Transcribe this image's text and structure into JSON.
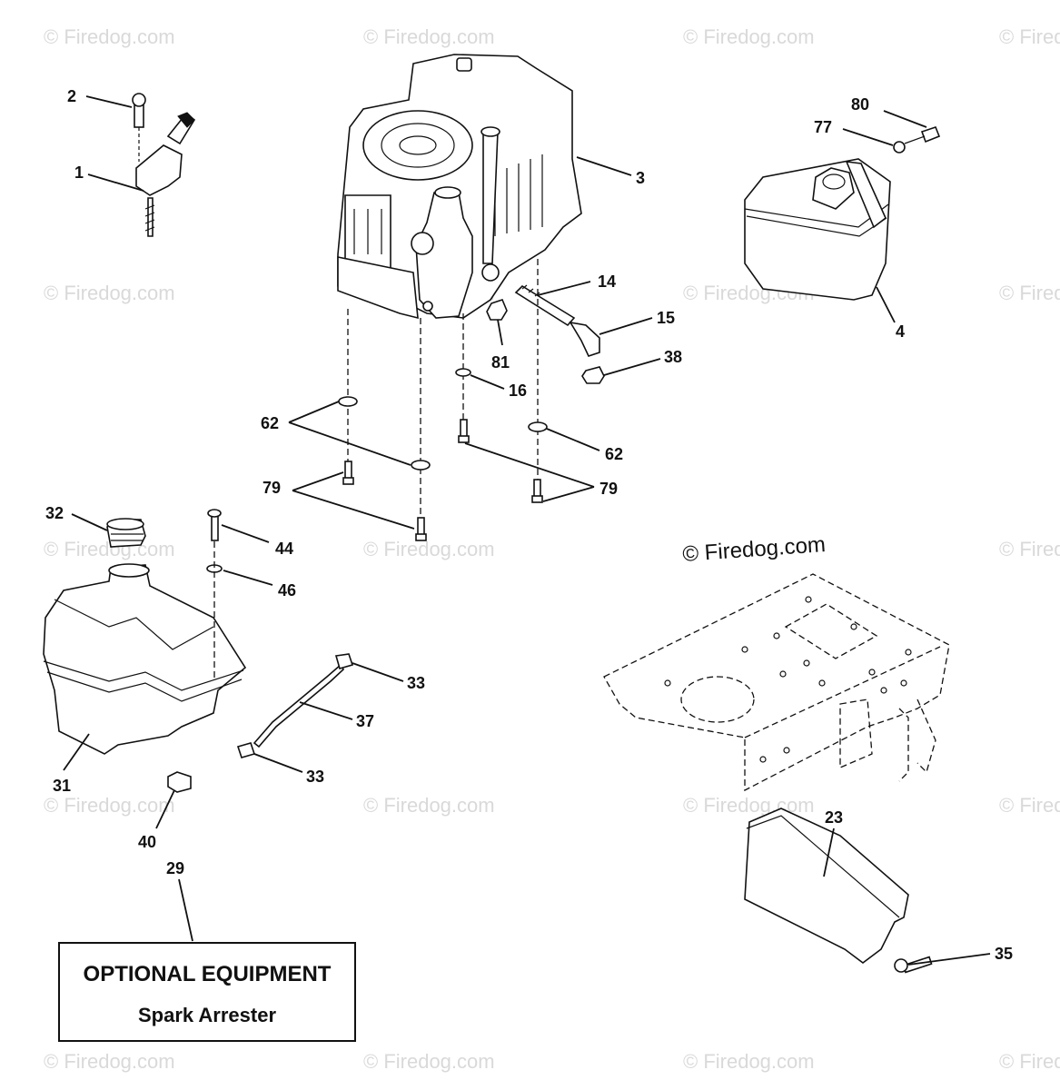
{
  "watermark": {
    "text": "© Firedog.com"
  },
  "optional_box": {
    "title": "OPTIONAL EQUIPMENT",
    "subtitle": "Spark Arrester"
  },
  "callouts": {
    "c1": "1",
    "c2": "2",
    "c3": "3",
    "c4": "4",
    "c14": "14",
    "c15": "15",
    "c16": "16",
    "c23": "23",
    "c29": "29",
    "c31": "31",
    "c32": "32",
    "c33a": "33",
    "c33b": "33",
    "c35": "35",
    "c37": "37",
    "c38": "38",
    "c40": "40",
    "c44": "44",
    "c46": "46",
    "c62a": "62",
    "c62b": "62",
    "c77": "77",
    "c79a": "79",
    "c79b": "79",
    "c80": "80",
    "c81": "81"
  },
  "parts": {
    "throttle_control": "throttle-control",
    "engine": "engine",
    "muffler": "muffler",
    "fuel_tank": "fuel-tank",
    "fuel_cap": "fuel-cap",
    "fuel_line": "fuel-line",
    "engine_frame": "engine-mounting-frame",
    "heat_shield": "heat-shield"
  }
}
